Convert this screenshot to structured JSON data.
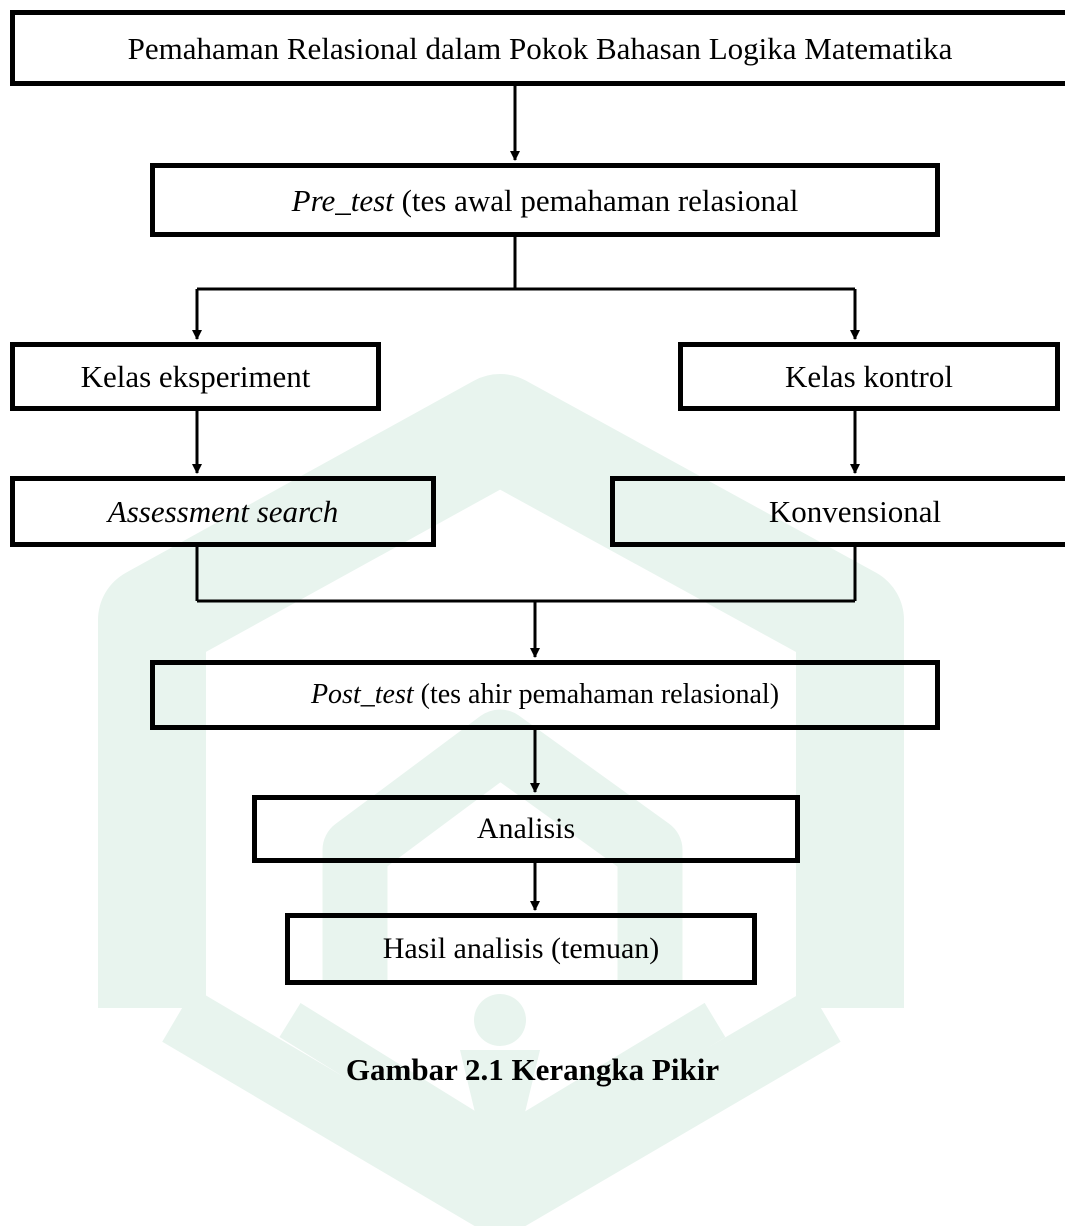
{
  "diagram": {
    "nodes": {
      "topic": {
        "text": "Pemahaman Relasional dalam Pokok Bahasan Logika Matematika"
      },
      "pretest": {
        "emphasis": "Pre_test",
        "text": " (tes awal pemahaman relasional"
      },
      "experiment_class": {
        "text": "Kelas eksperiment"
      },
      "control_class": {
        "text": "Kelas kontrol"
      },
      "assessment_search": {
        "text": "Assessment search"
      },
      "conventional": {
        "text": "Konvensional"
      },
      "posttest": {
        "emphasis": "Post_test",
        "text": " (tes ahir pemahaman relasional)"
      },
      "analysis": {
        "text": "Analisis"
      },
      "result": {
        "text": "Hasil analisis (temuan)"
      }
    },
    "edges": [
      {
        "from": "topic",
        "to": "pretest"
      },
      {
        "from": "pretest",
        "to": "experiment_class"
      },
      {
        "from": "pretest",
        "to": "control_class"
      },
      {
        "from": "experiment_class",
        "to": "assessment_search"
      },
      {
        "from": "control_class",
        "to": "conventional"
      },
      {
        "from": "assessment_search",
        "to": "posttest"
      },
      {
        "from": "conventional",
        "to": "posttest"
      },
      {
        "from": "posttest",
        "to": "analysis"
      },
      {
        "from": "analysis",
        "to": "result"
      }
    ]
  },
  "caption": "Gambar 2.1 Kerangka Pikir",
  "colors": {
    "line": "#000000",
    "watermark": "#e8f4ee"
  }
}
